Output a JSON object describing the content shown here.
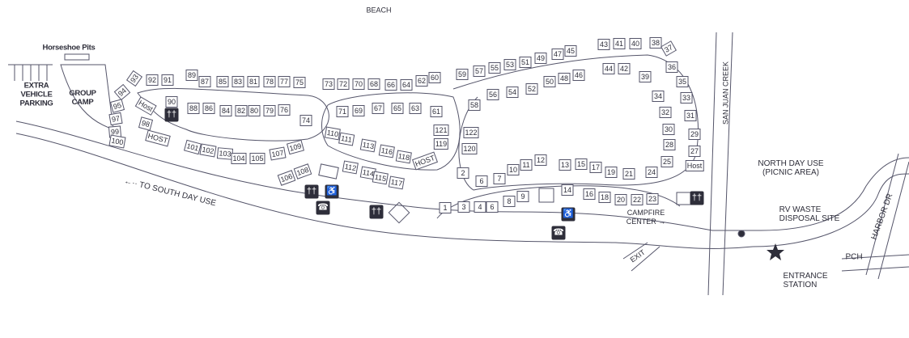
{
  "labels": {
    "beach": "BEACH",
    "horseshoe_pits": "Horseshoe Pits",
    "extra_vehicle_parking": [
      "EXTRA",
      "VEHICLE",
      "PARKING"
    ],
    "group_camp": [
      "GROUP",
      "CAMP"
    ],
    "to_south_day_use": "←·· TO SOUTH DAY USE",
    "san_juan_creek": "SAN JUAN CREEK",
    "north_day_use": [
      "NORTH DAY USE",
      "(PICNIC AREA)"
    ],
    "rv_waste": [
      "RV WASTE",
      "DISPOSAL SITE"
    ],
    "entrance_station": [
      "ENTRANCE",
      "STATION"
    ],
    "campfire_center": [
      "CAMPFIRE",
      "CENTER →"
    ],
    "pch": "PCH",
    "harbor_dr": "HARBOR DR",
    "exit": "EXIT"
  },
  "sites": [
    "92",
    "91",
    "89",
    "87",
    "85",
    "83",
    "81",
    "78",
    "77",
    "75",
    "93",
    "94",
    "95",
    "97",
    "99",
    "100",
    "Host",
    "90",
    "98",
    "HOST",
    "88",
    "86",
    "84",
    "82",
    "80",
    "79",
    "76",
    "74",
    "101",
    "102",
    "103",
    "104",
    "105",
    "107",
    "109",
    "106",
    "108",
    "73",
    "72",
    "70",
    "68",
    "66",
    "64",
    "62",
    "60",
    "59",
    "57",
    "55",
    "53",
    "51",
    "49",
    "47",
    "45",
    "71",
    "69",
    "67",
    "65",
    "63",
    "61",
    "58",
    "56",
    "54",
    "52",
    "50",
    "48",
    "46",
    "110",
    "111",
    "113",
    "116",
    "118",
    "HOST",
    "121",
    "119",
    "122",
    "120",
    "2",
    "6",
    "7",
    "10",
    "11",
    "12",
    "112",
    "114",
    "115",
    "117",
    "1",
    "3",
    "4",
    "6",
    "8",
    "9",
    "14",
    "16",
    "43",
    "41",
    "40",
    "38",
    "37",
    "44",
    "42",
    "36",
    "35",
    "33",
    "39",
    "34",
    "32",
    "31",
    "30",
    "29",
    "28",
    "27",
    "25",
    "24",
    "Host",
    "13",
    "15",
    "17",
    "19",
    "21",
    "18",
    "20",
    "22",
    "23"
  ],
  "icons": [
    "restroom-icon",
    "accessible-shower-icon",
    "phone-icon",
    "restroom-icon",
    "restroom-icon",
    "accessible-shower-icon",
    "phone-icon",
    "restroom-icon"
  ],
  "colors": {
    "ink": "#2e2e3a",
    "background": "#ffffff"
  }
}
